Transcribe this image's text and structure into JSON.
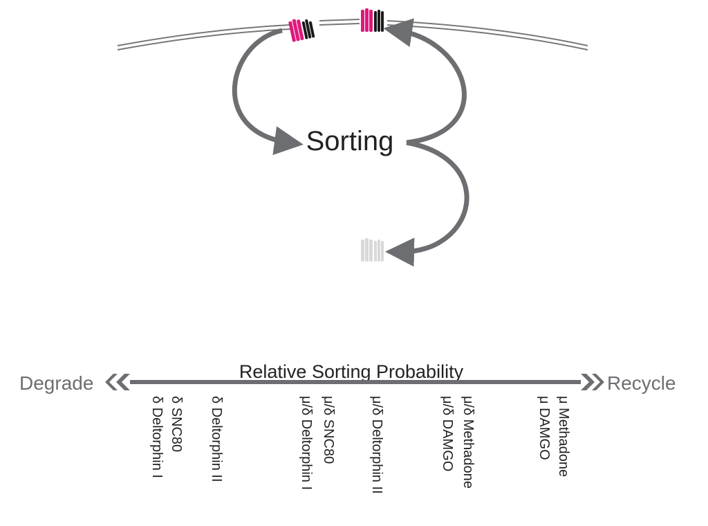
{
  "diagram": {
    "center_label": "Sorting",
    "scale_title": "Relative Sorting Probability",
    "left_end": "Degrade",
    "right_end": "Recycle",
    "agonists": [
      {
        "line1": "δ Deltorphin I",
        "line2": "δ SNC80"
      },
      {
        "line1": "δ Deltorphin II",
        "line2": ""
      },
      {
        "line1": "μ/δ Deltorphin I",
        "line2": "μ/δ SNC80"
      },
      {
        "line1": "μ/δ Deltorphin II",
        "line2": ""
      },
      {
        "line1": "μ/δ DAMGO",
        "line2": "μ/δ Methadone"
      },
      {
        "line1": "μ DAMGO",
        "line2": "μ Methadone"
      }
    ]
  },
  "colors": {
    "arrow": "#6d6e71",
    "membrane": "#777777",
    "receptor_mu": "#e0197d",
    "receptor_delta": "#1a1a1a",
    "receptor_degraded": "#d9d9d9",
    "text": "#222222",
    "end_label": "#6d6e71"
  }
}
